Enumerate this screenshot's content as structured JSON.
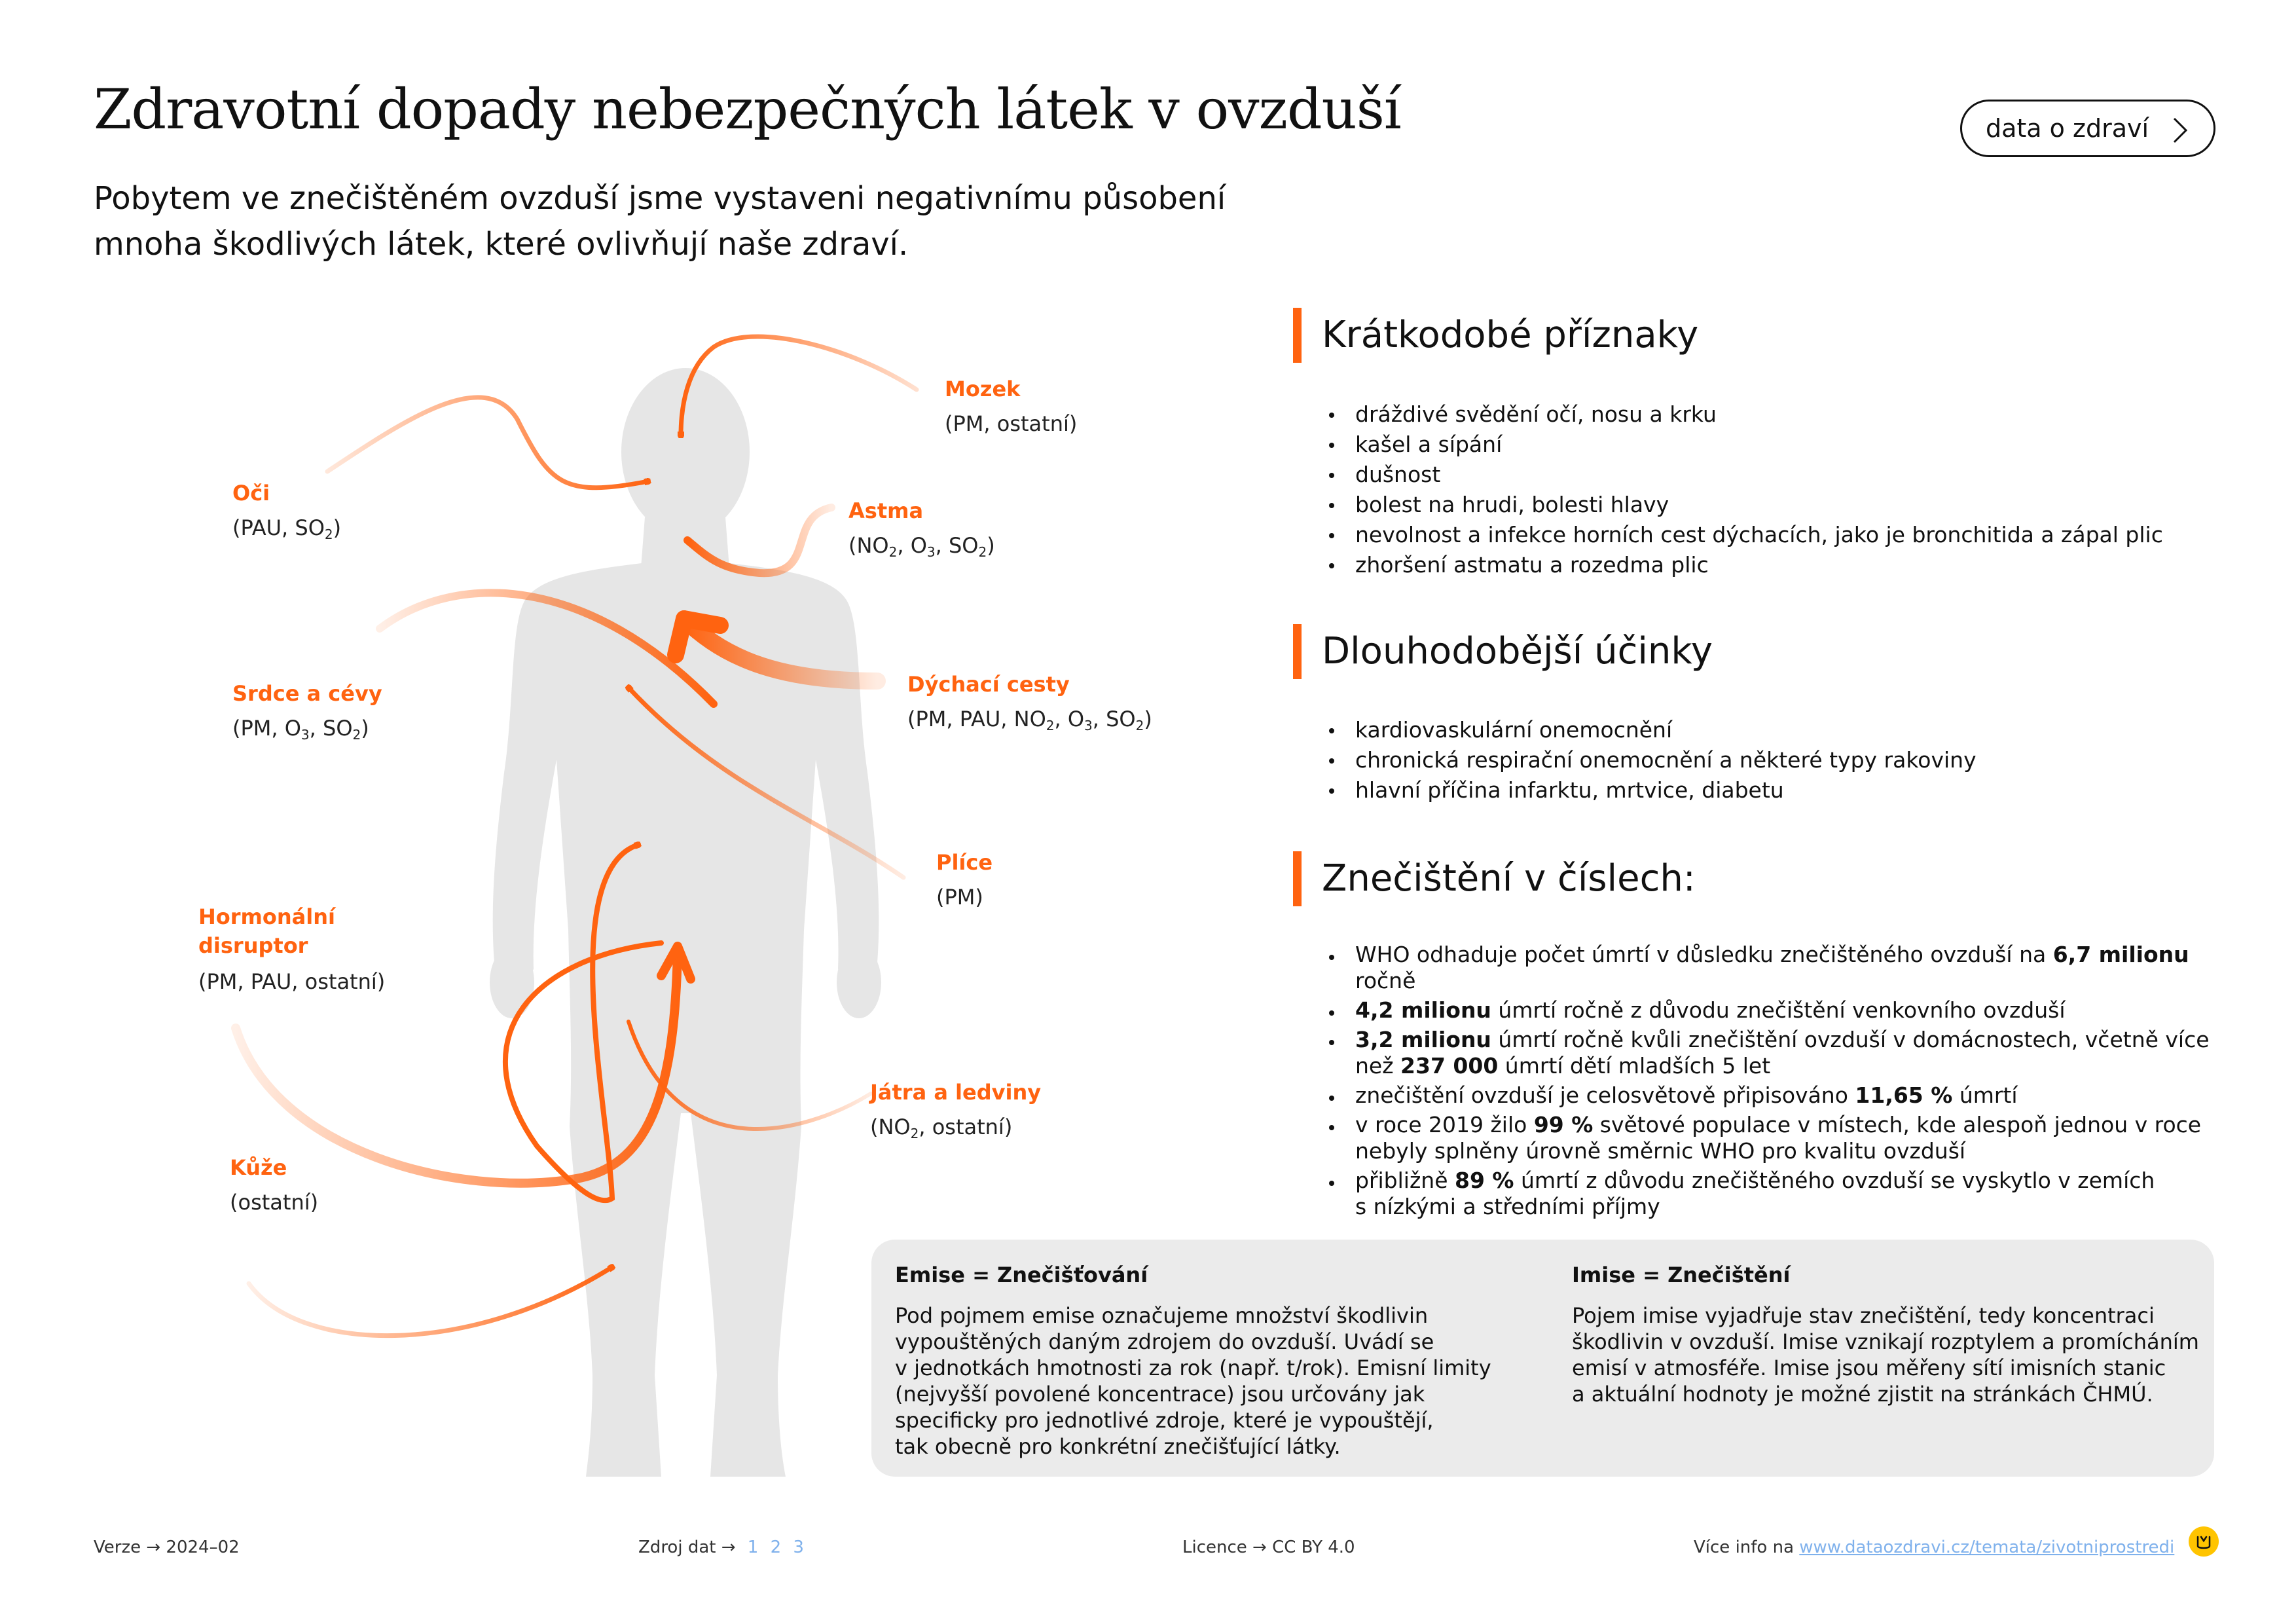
{
  "header": {
    "title": "Zdravotní dopady nebezpečných látek v ovzduší",
    "subtitle_line1": "Pobytem ve znečištěném ovzduší jsme vystaveni negativnímu působení",
    "subtitle_line2": "mnoha škodlivých látek, které ovlivňují naše zdraví.",
    "button_label": "data o zdraví"
  },
  "organs": {
    "mozek": {
      "name": "Mozek",
      "sub": "(PM, ostatní)"
    },
    "oci": {
      "name": "Oči",
      "sub_a": "(PAU, SO",
      "sub_b": ")"
    },
    "astma": {
      "name": "Astma",
      "sub_a": "(NO",
      "sub_b": ", O",
      "sub_c": ", SO",
      "sub_d": ")"
    },
    "srdce": {
      "name": "Srdce a cévy",
      "sub_a": "(PM, O",
      "sub_b": ", SO",
      "sub_c": ")"
    },
    "dychaci": {
      "name": "Dýchací cesty",
      "sub_a": "(PM, PAU, NO",
      "sub_b": ", O",
      "sub_c": ", SO",
      "sub_d": ")"
    },
    "plice": {
      "name": "Plíce",
      "sub": "(PM)"
    },
    "hormonalni": {
      "name_line1": "Hormonální",
      "name_line2": "disruptor",
      "sub": "(PM, PAU, ostatní)"
    },
    "jatra": {
      "name": "Játra a ledviny",
      "sub_a": "(NO",
      "sub_b": ", ostatní)"
    },
    "kuze": {
      "name": "Kůže",
      "sub": "(ostatní)"
    },
    "subscript_2": "2",
    "subscript_3": "3"
  },
  "short_term": {
    "title": "Krátkodobé příznaky",
    "items": [
      "dráždivé svědění očí, nosu a krku",
      "kašel a sípání",
      "dušnost",
      "bolest na hrudi, bolesti hlavy",
      "nevolnost a infekce horních cest dýchacích, jako je bronchitida a zápal plic",
      "zhoršení astmatu a rozedma plic"
    ]
  },
  "long_term": {
    "title": "Dlouhodobější účinky",
    "items": [
      "kardiovaskulární onemocnění",
      "chronická respirační onemocnění a některé typy rakoviny",
      "hlavní příčina infarktu, mrtvice, diabetu"
    ]
  },
  "numbers": {
    "title": "Znečištění v číslech:",
    "i1_a": "WHO odhaduje počet úmrtí v důsledku znečištěného ovzduší na ",
    "i1_b": "6,7 milionu",
    "i1_c": " ročně",
    "i2_a": "4,2 milionu",
    "i2_b": " úmrtí ročně z důvodu znečištění venkovního ovzduší",
    "i3_a": "3,2 milionu",
    "i3_b": " úmrtí ročně kvůli znečištění ovzduší v domácnostech, včetně více",
    "i3_c": "než ",
    "i3_d": "237 000",
    "i3_e": " úmrtí dětí mladších 5 let",
    "i4_a": "znečištění ovzduší je celosvětově připisováno ",
    "i4_b": "11,65 %",
    "i4_c": " úmrtí",
    "i5_a": "v roce 2019 žilo ",
    "i5_b": "99 %",
    "i5_c": " světové populace v místech, kde alespoň jednou v roce",
    "i5_d": "nebyly splněny úrovně směrnic WHO pro kvalitu ovzduší",
    "i6_a": "přibližně ",
    "i6_b": "89 %",
    "i6_c": " úmrtí z důvodu znečištěného ovzduší se vyskytlo v zemích",
    "i6_d": "s nízkými a středními příjmy"
  },
  "info": {
    "emise_title": "Emise = Znečišťování",
    "emise_lines": [
      "Pod pojmem emise označujeme množství škodlivin",
      "vypouštěných daným zdrojem do ovzduší. Uvádí se",
      "v jednotkách hmotnosti za rok (např. t/rok). Emisní limity",
      "(nejvyšší povolené koncentrace) jsou určovány jak",
      "specificky pro jednotlivé zdroje, které je vypouštějí,",
      "tak obecně pro konkrétní znečišťující látky."
    ],
    "imise_title": "Imise = Znečištění",
    "imise_lines": [
      "Pojem imise vyjadřuje stav znečištění, tedy koncentraci",
      "škodlivin v ovzduší. Imise vznikají rozptylem a promícháním",
      "emisí v atmosféře. Imise jsou měřeny sítí imisních stanic",
      "a aktuální hodnoty je možné zjistit na stránkách ČHMÚ."
    ]
  },
  "footer": {
    "version": "Verze → 2024–02",
    "source_label": "Zdroj dat →",
    "source_links": [
      "1",
      "2",
      "3"
    ],
    "license": "Licence → CC BY 4.0",
    "more_label": "Více info na",
    "more_link": "www.dataozdravi.cz/temata/zivotniprostredi"
  },
  "colors": {
    "accent": "#ff6310",
    "body_silhouette": "#e6e6e6",
    "infobox": "#ebebeb"
  },
  "icons": {
    "button": "chevron-right-icon",
    "logo": "brand-logo-icon"
  }
}
